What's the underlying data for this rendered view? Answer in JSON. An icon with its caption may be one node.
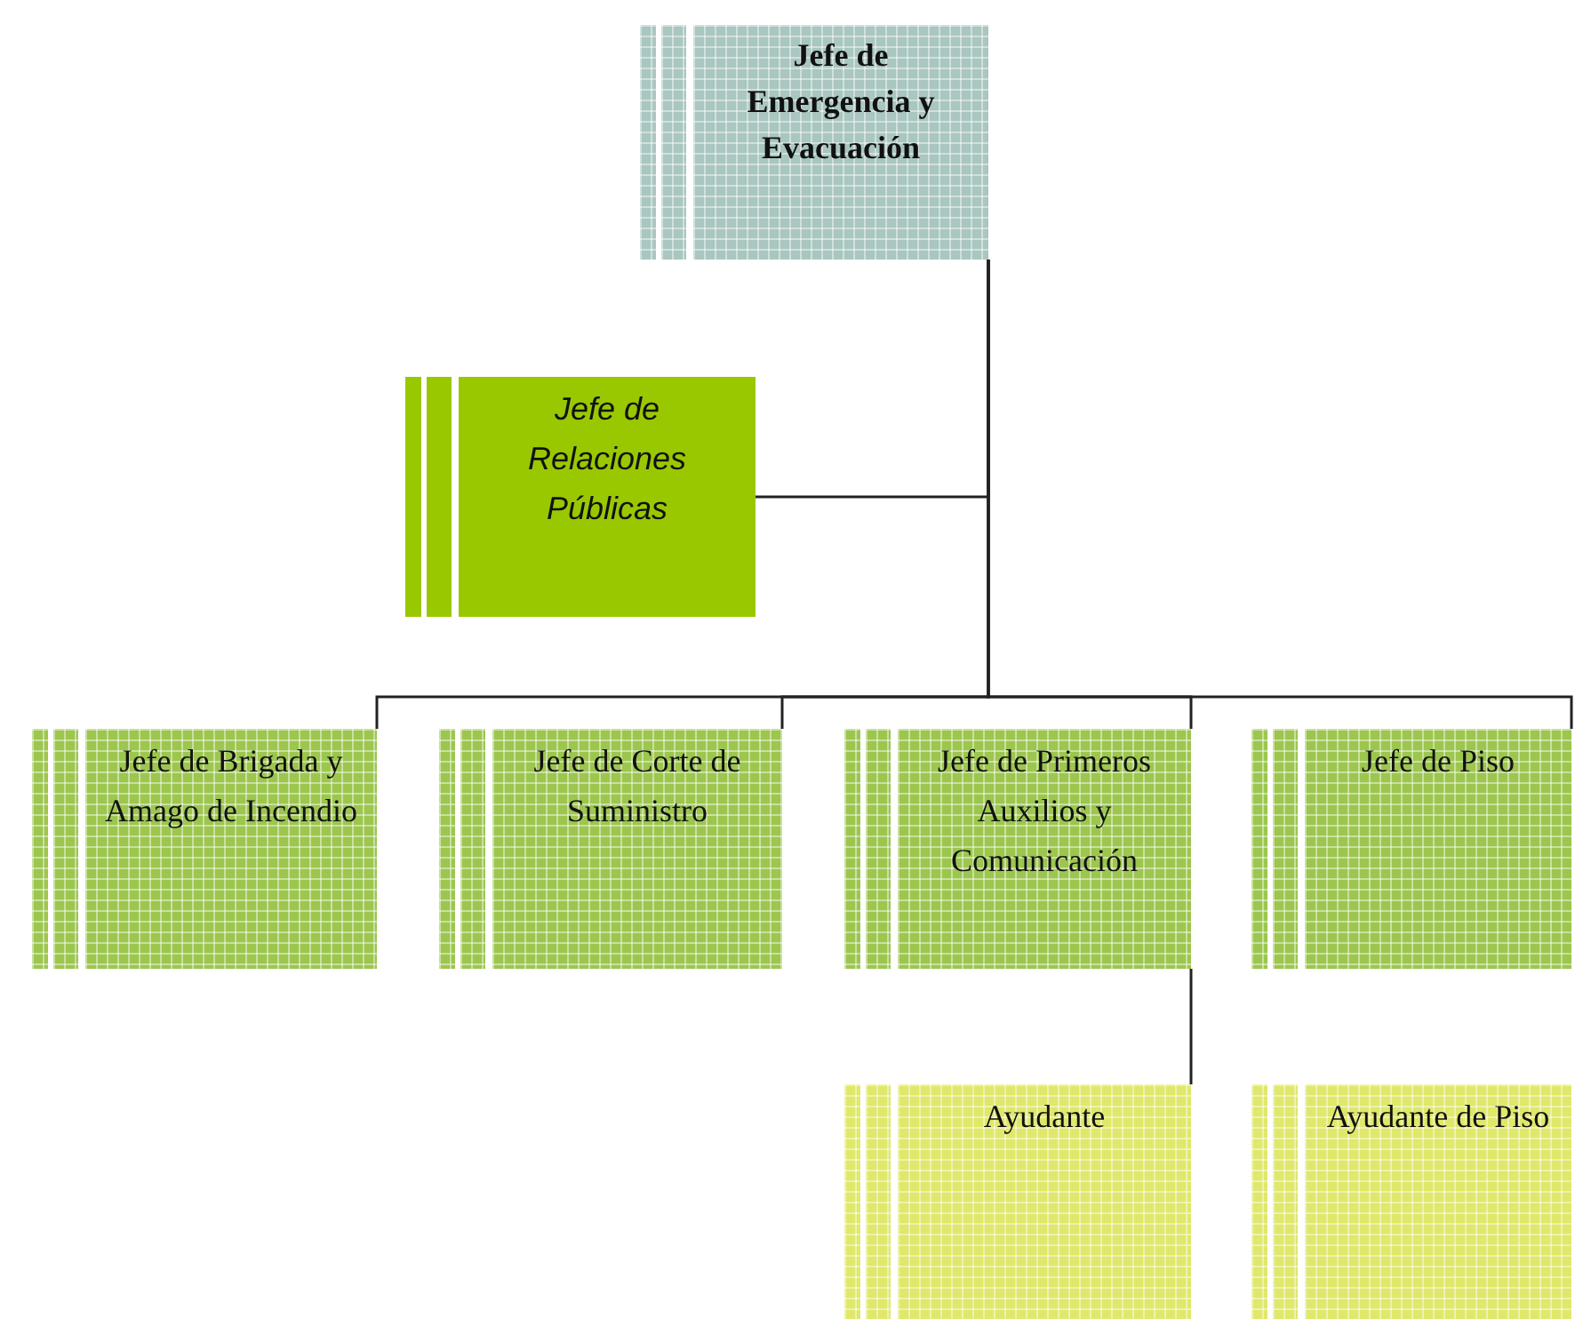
{
  "diagram": {
    "nodes": [
      {
        "text": [
          "Jefe de Emergencia y Evacuación"
        ]
      },
      {
        "text": [
          "Jefe de Relaciones Públicas"
        ]
      },
      {
        "text": [
          "Jefe de Brigada y Amago de Incendio"
        ]
      },
      {
        "text": [
          "Jefe de Corte de Suministro"
        ]
      },
      {
        "text": [
          "Jefe de Primeros Auxilios y Comunicación"
        ]
      },
      {
        "text": [
          "Jefe de Piso"
        ]
      },
      {
        "text": [
          "Ayudante"
        ]
      },
      {
        "text": [
          "Ayudante de Piso"
        ]
      }
    ],
    "edges": [
      {
        "from": 0,
        "to": 1,
        "arrow": "none"
      },
      {
        "from": 0,
        "to": 2,
        "arrow": "none"
      },
      {
        "from": 0,
        "to": 3,
        "arrow": "none"
      },
      {
        "from": 0,
        "to": 4,
        "arrow": "none"
      },
      {
        "from": 0,
        "to": 5,
        "arrow": "none"
      },
      {
        "from": 4,
        "to": 6,
        "arrow": "none"
      }
    ]
  }
}
